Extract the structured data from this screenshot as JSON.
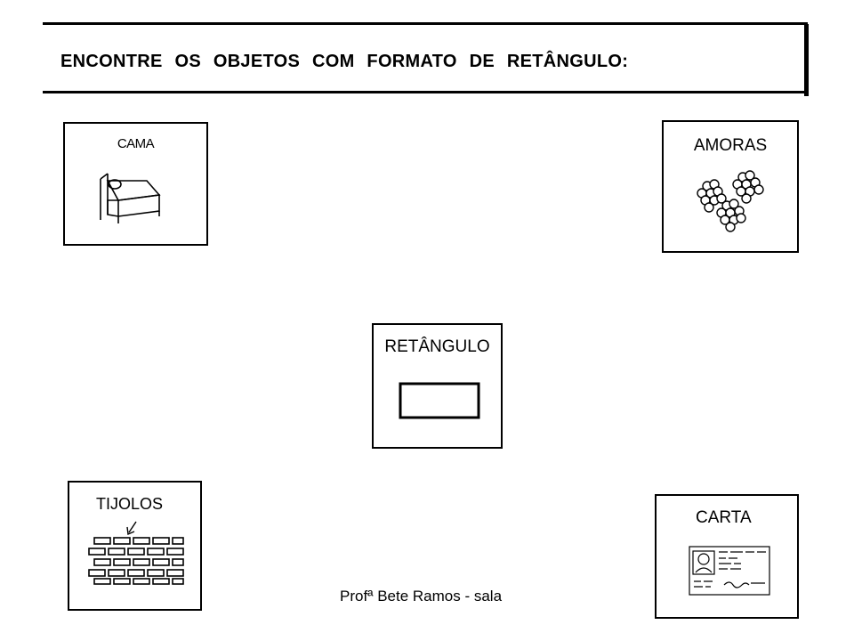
{
  "title": "ENCONTRE OS OBJETOS COM FORMATO DE RETÂNGULO:",
  "cards": {
    "cama": {
      "label": "CAMA",
      "icon": "bed-icon"
    },
    "amoras": {
      "label": "AMORAS",
      "icon": "blackberries-icon"
    },
    "retangulo": {
      "label": "RETÂNGULO",
      "icon": "rectangle-icon"
    },
    "tijolos": {
      "label": "TIJOLOS",
      "icon": "brick-wall-icon"
    },
    "carta": {
      "label": "CARTA",
      "icon": "id-card-icon"
    }
  },
  "footer": "Profª Bete Ramos - sala"
}
